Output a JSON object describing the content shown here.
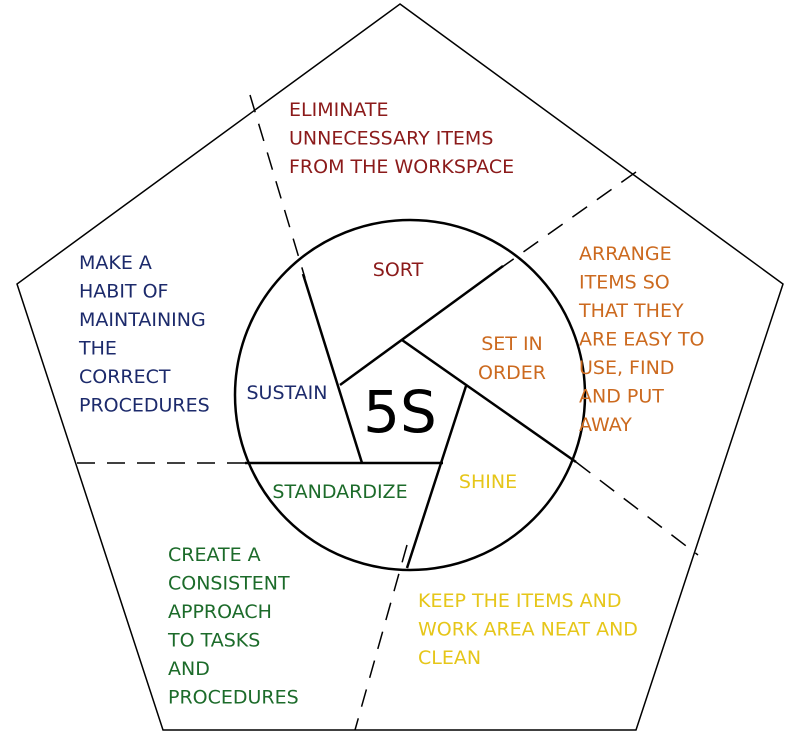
{
  "center": "5S",
  "colors": {
    "sort": "#8b1a1a",
    "set_in_order": "#cc6a1f",
    "shine": "#e6c619",
    "standardize": "#1c6b2a",
    "sustain": "#1c2a6b",
    "line": "#000000"
  },
  "steps": [
    {
      "key": "sort",
      "label": [
        "SORT"
      ],
      "description": [
        "ELIMINATE",
        "UNNECESSARY ITEMS",
        "FROM THE WORKSPACE"
      ]
    },
    {
      "key": "set_in_order",
      "label": [
        "SET IN",
        "ORDER"
      ],
      "description": [
        "ARRANGE",
        "ITEMS SO",
        "THAT THEY",
        "ARE EASY TO",
        "USE, FIND",
        "AND PUT",
        "AWAY"
      ]
    },
    {
      "key": "shine",
      "label": [
        "SHINE"
      ],
      "description": [
        "KEEP THE ITEMS AND",
        "WORK AREA NEAT AND",
        "CLEAN"
      ]
    },
    {
      "key": "standardize",
      "label": [
        "STANDARDIZE"
      ],
      "description": [
        "CREATE A",
        "CONSISTENT",
        "APPROACH",
        "TO TASKS",
        "AND",
        "PROCEDURES"
      ]
    },
    {
      "key": "sustain",
      "label": [
        "SUSTAIN"
      ],
      "description": [
        "MAKE A",
        "HABIT OF",
        "MAINTAINING",
        "THE",
        "CORRECT",
        "PROCEDURES"
      ]
    }
  ]
}
